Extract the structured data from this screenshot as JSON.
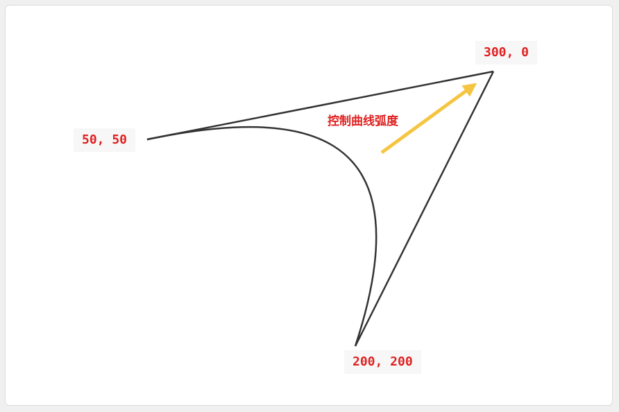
{
  "points": {
    "start": {
      "label": "50, 50"
    },
    "control": {
      "label": "300, 0"
    },
    "end": {
      "label": "200, 200"
    }
  },
  "caption": "控制曲线弧度",
  "colors": {
    "label_text": "#e02020",
    "curve": "#333333",
    "arrow": "#f5c542",
    "label_bg": "#f7f7f7"
  }
}
